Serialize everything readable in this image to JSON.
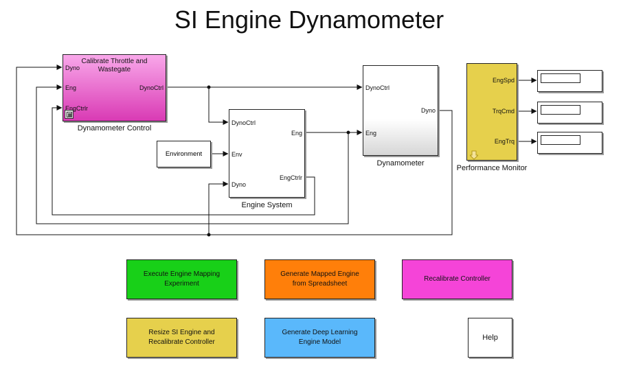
{
  "title": "SI Engine Dynamometer",
  "colors": {
    "control_block_top": "#f9a8ea",
    "control_block_bottom": "#d93ab4",
    "monitor_block": "#e6d04c",
    "btn_green": "#18d018",
    "btn_orange": "#ff7f0a",
    "btn_magenta": "#f544d8",
    "btn_yellow": "#e6d04c",
    "btn_blue": "#5ab8fb",
    "btn_white": "#ffffff",
    "line": "#111111"
  },
  "blocks": {
    "dyno_control": {
      "name": "Dynamometer Control",
      "inner_label": "Calibrate Throttle and Wastegate",
      "in_ports": [
        "Dyno",
        "Eng",
        "EngCtrlr"
      ],
      "out_ports": [
        "DynoCtrl"
      ],
      "icon": "subsystem-icon"
    },
    "engine_system": {
      "name": "Engine System",
      "in_ports": [
        "DynoCtrl",
        "Env",
        "Dyno"
      ],
      "out_ports": [
        "Eng",
        "EngCtrlr"
      ]
    },
    "environment": {
      "name": "Environment"
    },
    "dynamometer": {
      "name": "Dynamometer",
      "in_ports": [
        "DynoCtrl",
        "Eng"
      ],
      "out_ports": [
        "Dyno"
      ]
    },
    "performance_monitor": {
      "name": "Performance Monitor",
      "out_ports": [
        "EngSpd",
        "TrqCmd",
        "EngTrq"
      ],
      "icon": "down-arrow-icon"
    }
  },
  "buttons": {
    "execute_mapping": "Execute Engine Mapping\nExperiment",
    "generate_mapped": "Generate Mapped Engine\nfrom Spreadsheet",
    "recalibrate": "Recalibrate Controller",
    "resize": "Resize SI Engine and\nRecalibrate Controller",
    "deep_learning": "Generate Deep Learning\nEngine Model",
    "help": "Help"
  }
}
